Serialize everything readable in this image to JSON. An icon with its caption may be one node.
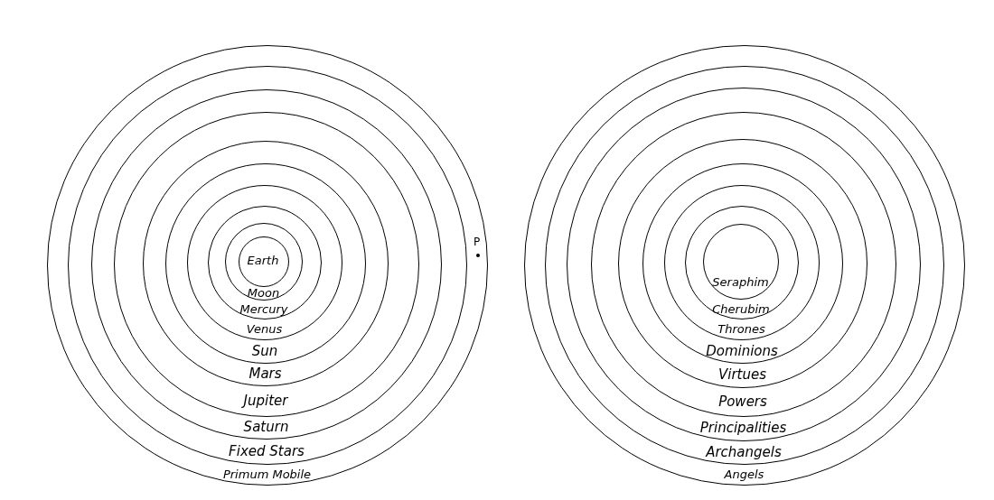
{
  "diagram": {
    "nodes": [
      {
        "text": [
          "Primum Mobile"
        ]
      },
      {
        "text": [
          "Fixed Stars"
        ],
        "in": 0
      },
      {
        "text": [
          "Saturn"
        ],
        "in": 1
      },
      {
        "text": [
          "Jupiter"
        ],
        "in": 2
      },
      {
        "text": [
          "Mars"
        ],
        "in": 3
      },
      {
        "text": [
          "Sun"
        ],
        "in": 4
      },
      {
        "text": [
          "Venus"
        ],
        "in": 5
      },
      {
        "text": [
          "Mercury"
        ],
        "in": 6
      },
      {
        "text": [
          "Moon"
        ],
        "in": 7
      },
      {
        "text": [
          "Earth"
        ],
        "in": 8
      },
      {
        "text": [
          "Angels"
        ]
      },
      {
        "text": [
          "Archangels"
        ],
        "in": 10
      },
      {
        "text": [
          "Principalities"
        ],
        "in": 11
      },
      {
        "text": [
          "Powers"
        ],
        "in": 12
      },
      {
        "text": [
          "Virtues"
        ],
        "in": 13
      },
      {
        "text": [
          "Dominions"
        ],
        "in": 14
      },
      {
        "text": [
          "Thrones"
        ],
        "in": 15
      },
      {
        "text": [
          "Cherubim"
        ],
        "in": 16
      },
      {
        "text": [
          "Seraphim"
        ],
        "in": 17
      }
    ],
    "labels": [
      "P"
    ]
  }
}
